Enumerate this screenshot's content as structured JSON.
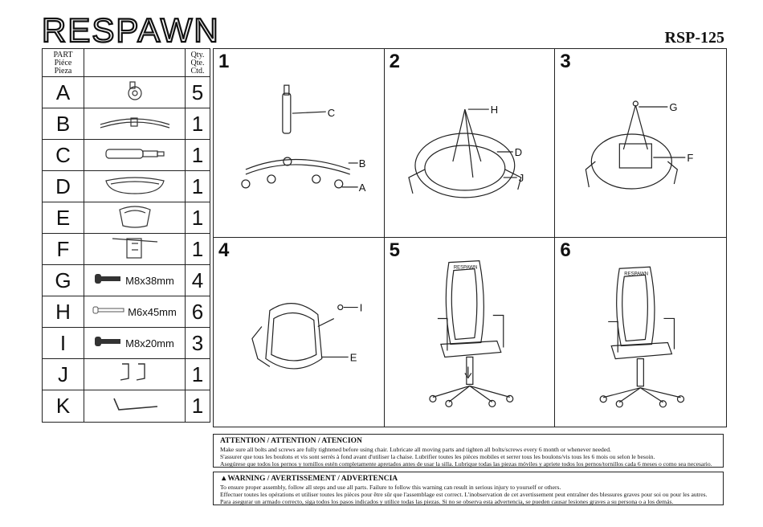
{
  "brand": "RESPAWN",
  "model": "RSP-125",
  "parts_table": {
    "header": {
      "part": [
        "PART",
        "Piéce",
        "Pieza"
      ],
      "qty": [
        "Qty.",
        "Qte.",
        "Ctd."
      ]
    },
    "rows": [
      {
        "letter": "A",
        "qty": "5",
        "spec": "",
        "icon": "caster-wheel-icon"
      },
      {
        "letter": "B",
        "qty": "1",
        "spec": "",
        "icon": "chair-base-icon"
      },
      {
        "letter": "C",
        "qty": "1",
        "spec": "",
        "icon": "gas-cylinder-icon"
      },
      {
        "letter": "D",
        "qty": "1",
        "spec": "",
        "icon": "seat-cushion-icon"
      },
      {
        "letter": "E",
        "qty": "1",
        "spec": "",
        "icon": "backrest-frame-icon"
      },
      {
        "letter": "F",
        "qty": "1",
        "spec": "",
        "icon": "mechanism-icon"
      },
      {
        "letter": "G",
        "qty": "4",
        "spec": "M8x38mm",
        "icon": "bolt-icon"
      },
      {
        "letter": "H",
        "qty": "6",
        "spec": "M6x45mm",
        "icon": "long-bolt-icon"
      },
      {
        "letter": "I",
        "qty": "3",
        "spec": "M8x20mm",
        "icon": "bolt-icon"
      },
      {
        "letter": "J",
        "qty": "1",
        "spec": "",
        "icon": "armrest-bracket-icon"
      },
      {
        "letter": "K",
        "qty": "1",
        "spec": "",
        "icon": "allen-key-icon"
      }
    ]
  },
  "steps": [
    {
      "number": "1",
      "labels": [
        "C",
        "B",
        "A"
      ]
    },
    {
      "number": "2",
      "labels": [
        "H",
        "D",
        "J"
      ]
    },
    {
      "number": "3",
      "labels": [
        "G",
        "F"
      ]
    },
    {
      "number": "4",
      "labels": [
        "I",
        "E"
      ]
    },
    {
      "number": "5",
      "labels": [],
      "brand": "RESPAWN"
    },
    {
      "number": "6",
      "labels": [],
      "brand": "RESPAWN"
    }
  ],
  "attention": {
    "title": "ATTENTION / ATTENTION / ATENCION",
    "lines": [
      "Make sure all bolts and screws are fully tightened before using chair. Lubricate all moving parts and tighten all bolts/screws every 6 month or whenever needed.",
      "S'assurer que tous les boulons et vis sont serrés à fond avant d'utiliser la chaise. Lubrifier toutes les pièces mobiles et serrer tous les boulons/vis tous les 6 mois ou selon le besoin.",
      "Asegúrese que todos los pernos y tornillos estén completamente apretados antes de usar la silla. Lubrique todas las piezas móviles y apriete todos los pernos/tornillos cada 6 meses o como sea necesario."
    ]
  },
  "warning": {
    "symbol": "▲",
    "title": "WARNING / AVERTISSEMENT / ADVERTENCIA",
    "lines": [
      "To ensure proper assembly, follow all steps and use all parts. Failure to follow this warning can result in serious injury to yourself or others.",
      "Effectuer toutes les opérations et utiliser toutes les pièces pour être sûr que l'assemblage est correct. L'inobservation de cet avertissement peut entraîner des blessures graves pour soi ou pour les autres.",
      "Para asegurar un armado correcto, siga todos los pasos indicados y utilice todas las piezas. Si no se observa esta advertencia, se pueden causar lesiones graves a su persona o a los demás."
    ]
  }
}
